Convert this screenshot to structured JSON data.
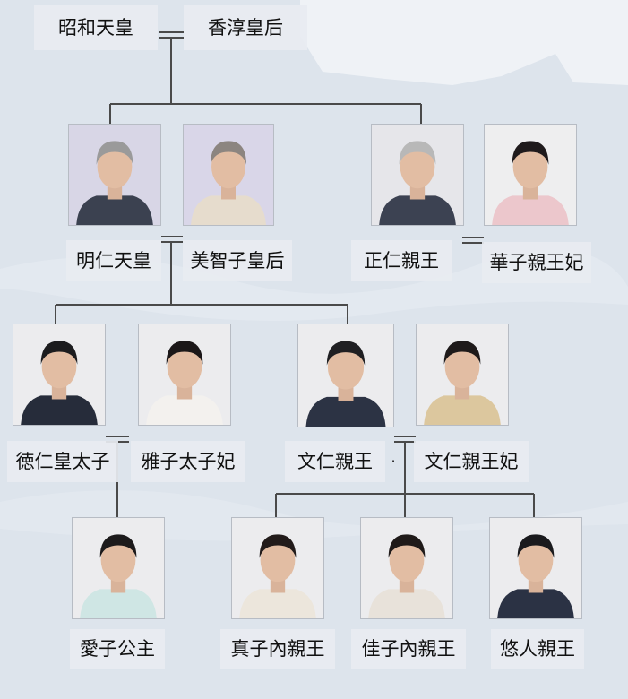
{
  "labels": {
    "showa": "昭和天皇",
    "kojun": "香淳皇后",
    "akihito": "明仁天皇",
    "michiko": "美智子皇后",
    "masahito": "正仁親王",
    "hanako": "華子親王妃",
    "naruhito": "徳仁皇太子",
    "masako": "雅子太子妃",
    "fumihito": "文仁親王",
    "kiko": "文仁親王妃",
    "aiko": "愛子公主",
    "mako": "真子內親王",
    "kako": "佳子內親王",
    "hisahito": "悠人親王"
  },
  "separator": "·",
  "colors": {
    "line": "#4a4a4a",
    "photo_bg": "#e9e9ec",
    "label_bg": "#e8ecf1"
  },
  "photos": [
    {
      "id": "photo-akihito",
      "hair": "#9a9a9a",
      "clothes": "#3b4150",
      "bg": "#d8d6e6"
    },
    {
      "id": "photo-michiko",
      "hair": "#8c8580",
      "clothes": "#e6dccd",
      "bg": "#d9d6e8"
    },
    {
      "id": "photo-masahito",
      "hair": "#b8b8b8",
      "clothes": "#3c4252",
      "bg": "#e6e6ea"
    },
    {
      "id": "photo-hanako",
      "hair": "#1f1a1c",
      "clothes": "#ecc7cc",
      "bg": "#eeeeef"
    },
    {
      "id": "photo-naruhito",
      "hair": "#1c1c1e",
      "clothes": "#262c3a",
      "bg": "#ececee"
    },
    {
      "id": "photo-masako",
      "hair": "#1b1718",
      "clothes": "#f3f1ee",
      "bg": "#ececee"
    },
    {
      "id": "photo-fumihito",
      "hair": "#1f1f22",
      "clothes": "#2c3344",
      "bg": "#ececee"
    },
    {
      "id": "photo-kiko",
      "hair": "#1e1a1a",
      "clothes": "#dcc79e",
      "bg": "#ececee"
    },
    {
      "id": "photo-aiko",
      "hair": "#1c1a1b",
      "clothes": "#cfe6e4",
      "bg": "#ececee"
    },
    {
      "id": "photo-mako",
      "hair": "#221b1a",
      "clothes": "#ece6dc",
      "bg": "#ececee"
    },
    {
      "id": "photo-kako",
      "hair": "#1f1a19",
      "clothes": "#e8e2da",
      "bg": "#ececee"
    },
    {
      "id": "photo-hisahito",
      "hair": "#1a1a1d",
      "clothes": "#2b3244",
      "bg": "#ececee"
    }
  ]
}
